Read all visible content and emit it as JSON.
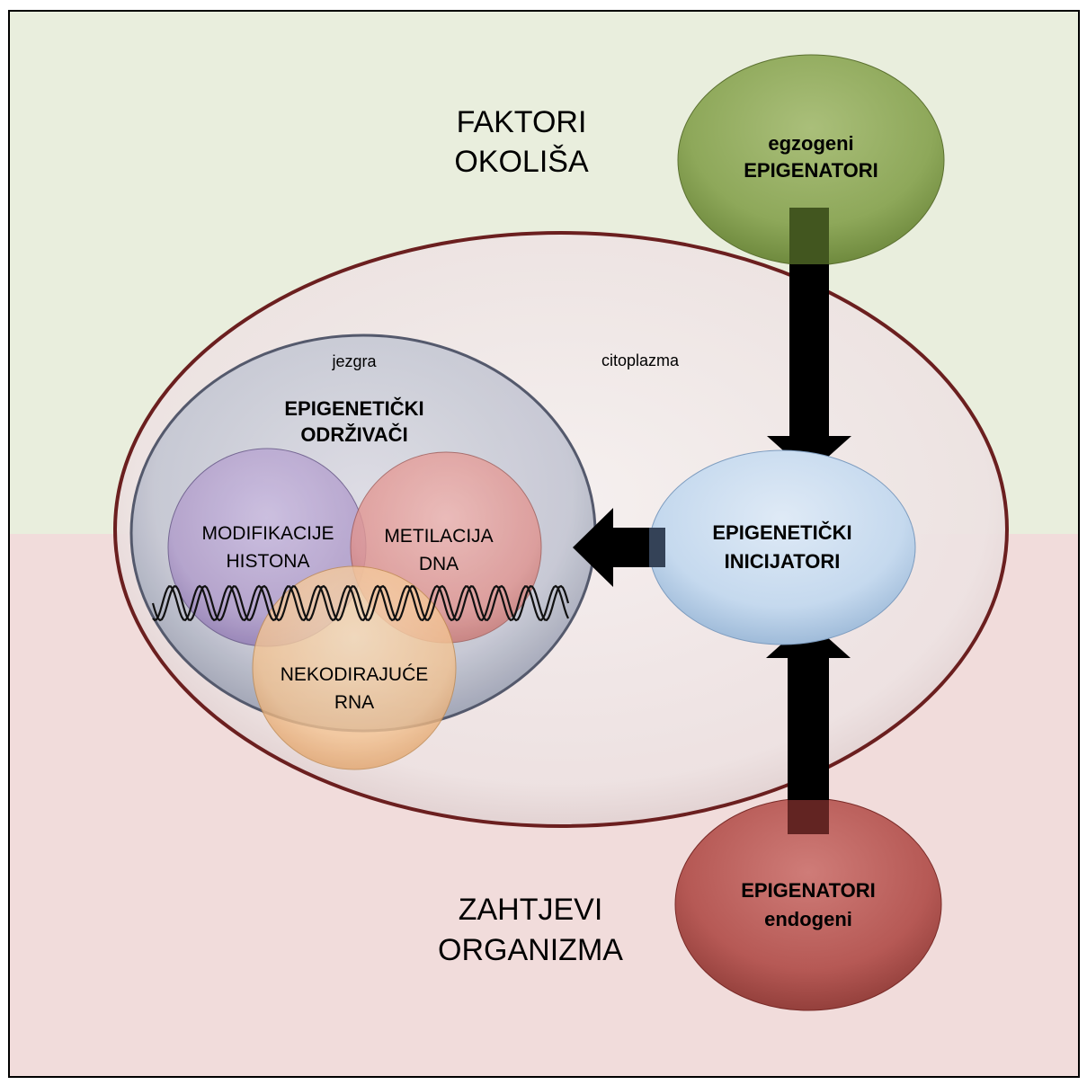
{
  "regions": {
    "top": {
      "line1": "FAKTORI",
      "line2": "OKOLIŠA",
      "color": "#e9eedd"
    },
    "bottom": {
      "line1": "ZAHTJEVI",
      "line2": "ORGANIZMA",
      "color": "#f1dcdb"
    }
  },
  "cell": {
    "nucleus_label": "jezgra",
    "cytoplasm_label": "citoplazma"
  },
  "maintainers": {
    "line1": "EPIGENETIČKI",
    "line2": "ODRŽIVAČI"
  },
  "circles": {
    "histone": {
      "line1": "MODIFIKACIJE",
      "line2": "HISTONA",
      "color": "#b8a6cf"
    },
    "dna": {
      "line1": "METILACIJA",
      "line2": "DNA",
      "color": "#e29a96"
    },
    "rna": {
      "line1": "NEKODIRAJUĆE",
      "line2": "RNA",
      "color": "#f4c79a"
    }
  },
  "exogenous": {
    "line1": "egzogeni",
    "line2": "EPIGENATORI",
    "color": "#8ea85a"
  },
  "initiators": {
    "line1": "EPIGENETIČKI",
    "line2": "INICIJATORI",
    "color": "#c9dcef"
  },
  "endogenous": {
    "line1": "EPIGENATORI",
    "line2": "endogeni",
    "color": "#b65955"
  }
}
